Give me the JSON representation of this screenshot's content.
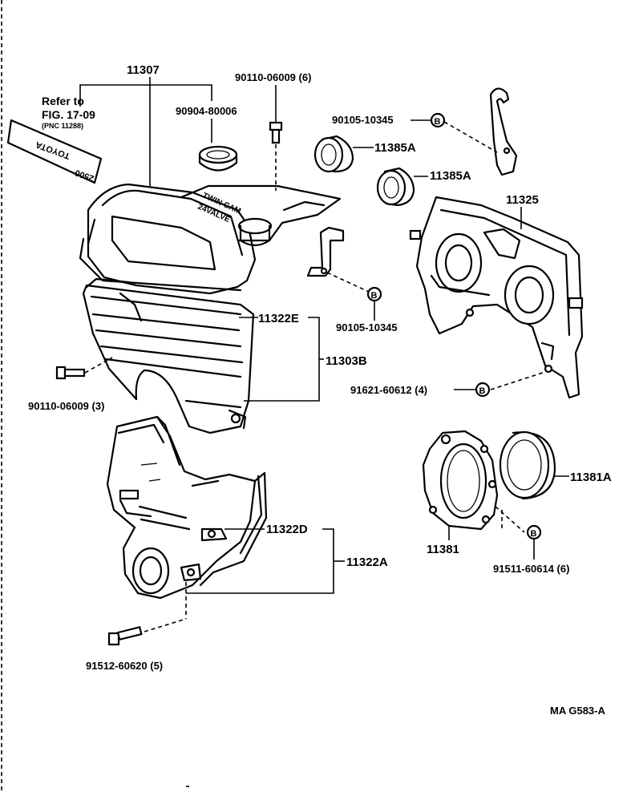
{
  "reference": {
    "line1": "Refer to",
    "line2": "FIG. 17-09",
    "line3": "(PNC 11288)"
  },
  "emblem": {
    "word1": "TOYOTA",
    "word2": "2500"
  },
  "cam_cover_text": {
    "line1": "TWIN CAM",
    "line2": "24VALVE"
  },
  "labels": {
    "p11307": "11307",
    "p90904_80006": "90904-80006",
    "p90110_06009_6": "90110-06009 (6)",
    "p90105_10345_top": "90105-10345",
    "p11385A_1": "11385A",
    "p11385A_2": "11385A",
    "p11325": "11325",
    "p90105_10345_mid": "90105-10345",
    "p11322E": "11322E",
    "p11303B": "11303B",
    "p90110_06009_3": "90110-06009 (3)",
    "p91621_60612": "91621-60612 (4)",
    "p11381A": "11381A",
    "p11381": "11381",
    "p91511_60614": "91511-60614 (6)",
    "p11322D": "11322D",
    "p11322A": "11322A",
    "p91512_60620": "91512-60620 (5)",
    "figure_code": "MA G583-A"
  },
  "marker_letter": "B"
}
